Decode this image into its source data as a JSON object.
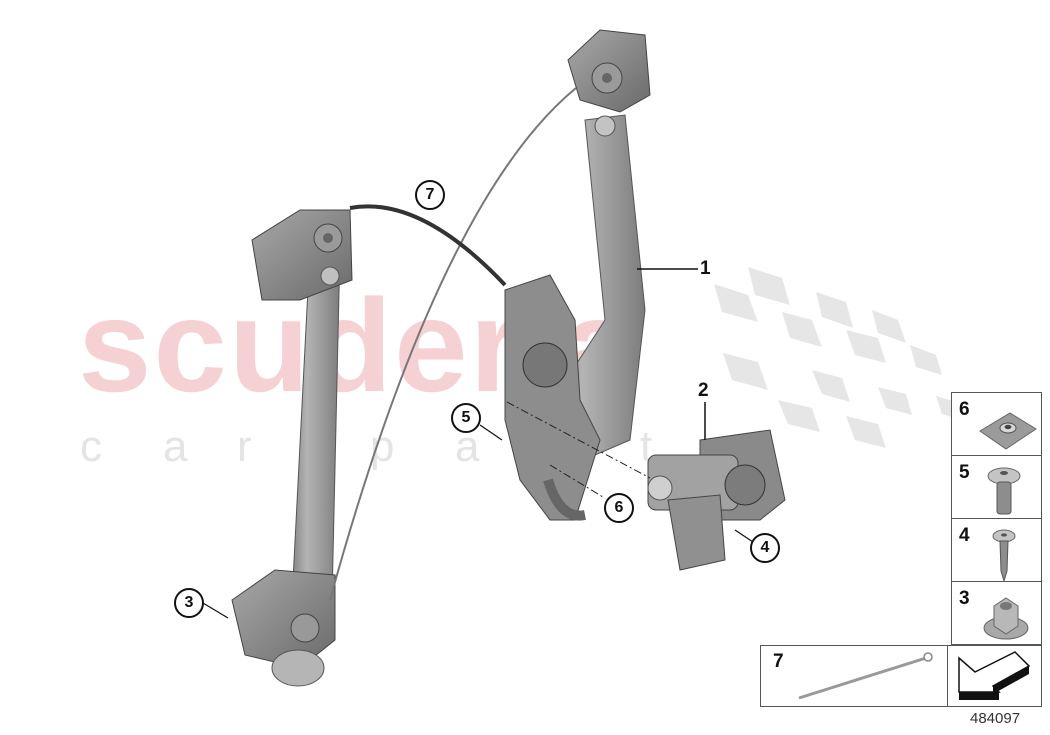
{
  "watermark": {
    "brand": "scuderia",
    "subtitle_letters": [
      "c",
      "a",
      "r",
      "p",
      "a",
      "r",
      "t",
      "s"
    ]
  },
  "diagram": {
    "id": "484097",
    "callouts": [
      {
        "number": "1",
        "style": "plain",
        "part": "window regulator frame"
      },
      {
        "number": "2",
        "style": "plain",
        "part": "window lifter motor"
      },
      {
        "number": "3",
        "style": "circled",
        "part": "hex nut with washer"
      },
      {
        "number": "4",
        "style": "circled",
        "part": "self-tapping screw"
      },
      {
        "number": "5",
        "style": "circled",
        "part": "fillister head screw"
      },
      {
        "number": "6",
        "style": "circled",
        "part": "square nut"
      },
      {
        "number": "7",
        "style": "circled",
        "part": "cable tie"
      }
    ]
  },
  "legend": {
    "items": [
      {
        "number": "6",
        "icon": "square-nut-icon"
      },
      {
        "number": "5",
        "icon": "flange-screw-icon"
      },
      {
        "number": "4",
        "icon": "tapping-screw-icon"
      },
      {
        "number": "3",
        "icon": "hex-nut-icon"
      }
    ],
    "bottom": {
      "number": "7",
      "icon": "cable-tie-icon",
      "nav_icon": "arrow-down-left-icon"
    }
  },
  "colors": {
    "watermark_red": "#f4c9cc",
    "watermark_gray": "#e4e4e4",
    "part_gray": "#8d8d8d",
    "line": "#111111"
  }
}
